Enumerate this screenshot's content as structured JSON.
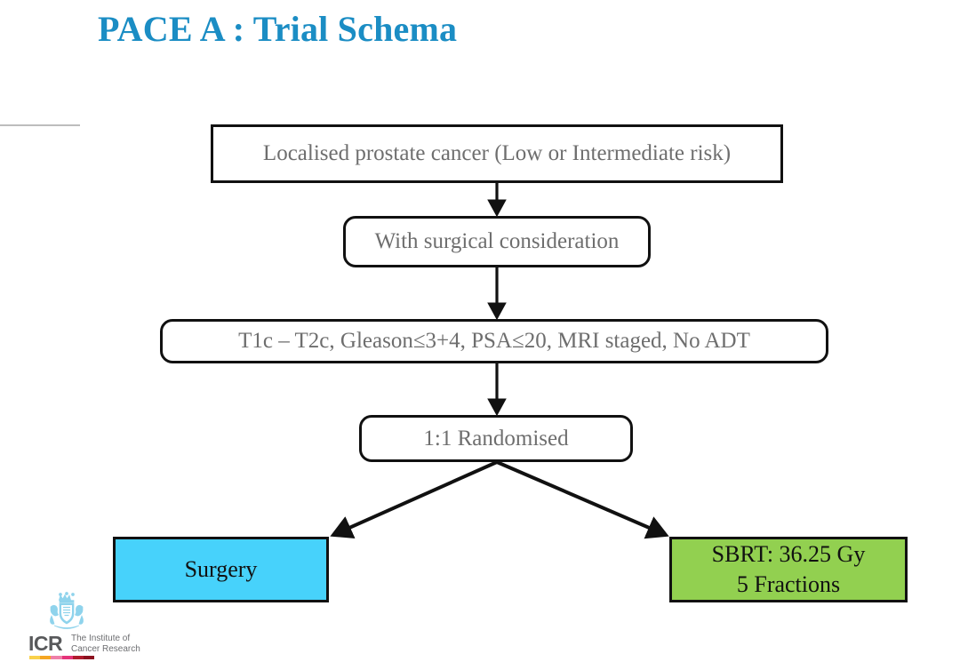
{
  "slide": {
    "title": "PACE A : Trial Schema",
    "title_color": "#1B8DC4",
    "background": "#ffffff"
  },
  "diagram": {
    "type": "flowchart",
    "nodes": [
      {
        "id": "eligibility",
        "label": "Localised prostate cancer (Low or Intermediate risk)",
        "shape": "rectangle",
        "fill": "#ffffff",
        "text_color": "#6e6e6e",
        "border_color": "#111111"
      },
      {
        "id": "surgical-consideration",
        "label": "With surgical consideration",
        "shape": "rounded-rectangle",
        "fill": "#ffffff",
        "text_color": "#6e6e6e",
        "border_color": "#111111"
      },
      {
        "id": "criteria",
        "label": "T1c – T2c, Gleason≤3+4, PSA≤20, MRI staged, No ADT",
        "shape": "rounded-rectangle",
        "fill": "#ffffff",
        "text_color": "#6e6e6e",
        "border_color": "#111111"
      },
      {
        "id": "randomisation",
        "label": "1:1 Randomised",
        "shape": "rounded-rectangle",
        "fill": "#ffffff",
        "text_color": "#6e6e6e",
        "border_color": "#111111"
      },
      {
        "id": "arm-surgery",
        "label": "Surgery",
        "shape": "rectangle",
        "fill": "#47D2FB",
        "text_color": "#111111",
        "border_color": "#111111"
      },
      {
        "id": "arm-sbrt",
        "label_line1": "SBRT: 36.25 Gy",
        "label_line2": "5 Fractions",
        "shape": "rectangle",
        "fill": "#92D050",
        "text_color": "#111111",
        "border_color": "#111111"
      }
    ],
    "edges": [
      {
        "from": "eligibility",
        "to": "surgical-consideration",
        "style": "arrow-down"
      },
      {
        "from": "surgical-consideration",
        "to": "criteria",
        "style": "arrow-down"
      },
      {
        "from": "criteria",
        "to": "randomisation",
        "style": "arrow-down"
      },
      {
        "from": "randomisation",
        "to": "arm-surgery",
        "style": "arrow-diagonal-left"
      },
      {
        "from": "randomisation",
        "to": "arm-sbrt",
        "style": "arrow-diagonal-right"
      }
    ]
  },
  "logo": {
    "wordmark": "ICR",
    "tagline_line1": "The Institute of",
    "tagline_line2": "Cancer Research",
    "crest_color": "#8FD3EC",
    "wordmark_color": "#58595B",
    "bar_colors": [
      "#F9D14B",
      "#F5A623",
      "#EF7FA8",
      "#E5337A",
      "#B01C2E",
      "#8C1220"
    ]
  }
}
